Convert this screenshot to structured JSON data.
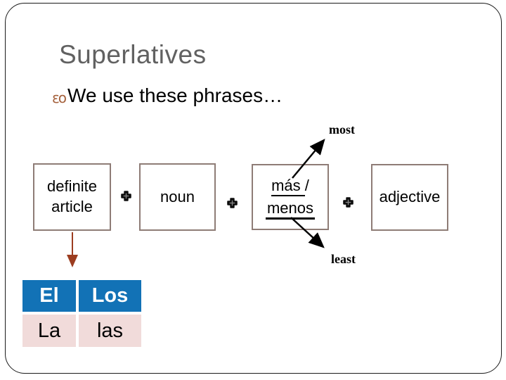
{
  "title": "Superlatives",
  "bullet": {
    "glyph": "εo",
    "text": "We use these phrases…"
  },
  "formula": {
    "definite_article": "definite article",
    "noun": "noun",
    "mas": "más ",
    "slash": "/",
    "menos": "menos",
    "adjective": "adjective"
  },
  "labels": {
    "most": "most",
    "least": "least"
  },
  "article_table": {
    "row_masculine": [
      "El",
      "Los"
    ],
    "row_feminine": [
      "La",
      "las"
    ]
  },
  "colors": {
    "title_gray": "#616161",
    "box_border": "#8e7c76",
    "table_blue": "#1272b6",
    "table_pink": "#f1dbda",
    "connector_brown": "#9c3d20",
    "bullet_brown": "#a5613c",
    "arrow_black": "#000000"
  }
}
